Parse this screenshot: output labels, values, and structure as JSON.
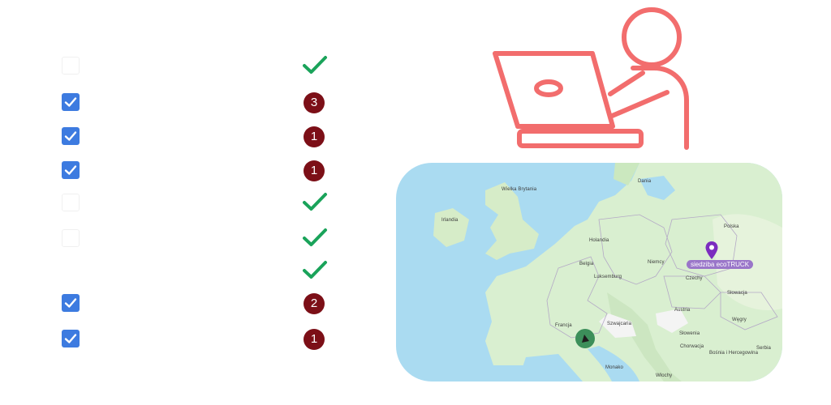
{
  "features": [
    {
      "checkbox": "empty",
      "status": "check"
    },
    {
      "checkbox": "checked",
      "status": "badge",
      "count": "3"
    },
    {
      "checkbox": "checked",
      "status": "badge",
      "count": "1"
    },
    {
      "checkbox": "checked",
      "status": "badge",
      "count": "1"
    },
    {
      "checkbox": "empty",
      "status": "check"
    },
    {
      "checkbox": "empty",
      "status": "check"
    },
    {
      "checkbox": "none",
      "status": "check"
    },
    {
      "checkbox": "checked",
      "status": "badge",
      "count": "2"
    },
    {
      "checkbox": "checked",
      "status": "badge",
      "count": "1"
    }
  ],
  "colors": {
    "checkbox_checked": "#3d7be0",
    "check_mark": "#1aa35a",
    "badge": "#7c0f17",
    "illustration": "#f26d6d",
    "hq_pin": "#7b2cbf",
    "hq_label_bg": "#9a76c9",
    "route_marker": "#3c8f5a"
  },
  "illustration": {
    "icon": "person-at-laptop-icon"
  },
  "map": {
    "labels": {
      "wielka_brytania": "Wielka Brytania",
      "irlandia": "Irlandia",
      "dania": "Dania",
      "holandia": "Holandia",
      "belgia": "Belgia",
      "luksemburg": "Luksemburg",
      "niemcy": "Niemcy",
      "polska": "Polska",
      "czechy": "Czechy",
      "slowacja": "Słowacja",
      "austria": "Austria",
      "szwajcaria": "Szwajcaria",
      "wegry": "Węgry",
      "slowenia": "Słowenia",
      "chorwacja": "Chorwacja",
      "bosnia": "Bośnia i Hercegowina",
      "francja": "Francja",
      "monako": "Monako",
      "wlochy": "Włochy",
      "serbia": "Serbia"
    },
    "hq_label": "siedziba ecoTRUCK"
  }
}
